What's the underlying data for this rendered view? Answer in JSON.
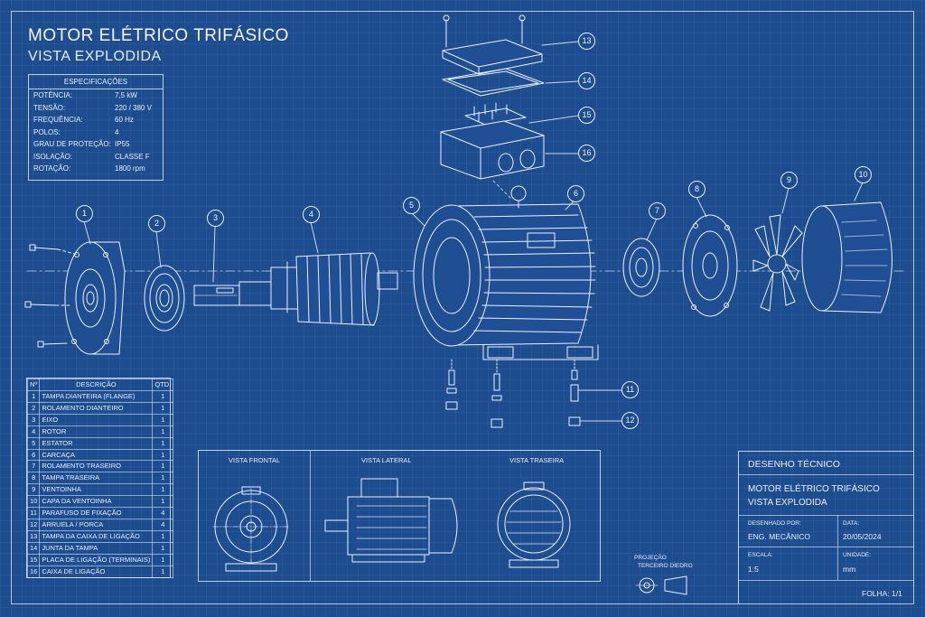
{
  "title": {
    "main": "MOTOR ELÉTRICO TRIFÁSICO",
    "sub": "VISTA EXPLODIDA"
  },
  "specs": {
    "header": "ESPECIFICAÇÕES",
    "rows": [
      {
        "label": "POTÊNCIA:",
        "value": "7,5 kW"
      },
      {
        "label": "TENSÃO:",
        "value": "220 / 380 V"
      },
      {
        "label": "FREQUÊNCIA:",
        "value": "60 Hz"
      },
      {
        "label": "POLOS:",
        "value": "4"
      },
      {
        "label": "GRAU DE PROTEÇÃO:",
        "value": "IP55"
      },
      {
        "label": "ISOLAÇÃO:",
        "value": "CLASSE F"
      },
      {
        "label": "ROTAÇÃO:",
        "value": "1800 rpm"
      }
    ]
  },
  "parts": {
    "headers": {
      "num": "Nº",
      "desc": "DESCRIÇÃO",
      "qty": "QTD."
    },
    "rows": [
      {
        "num": "1",
        "desc": "TAMPA DIANTEIRA (FLANGE)",
        "qty": "1"
      },
      {
        "num": "2",
        "desc": "ROLAMENTO DIANTEIRO",
        "qty": "1"
      },
      {
        "num": "3",
        "desc": "EIXO",
        "qty": "1"
      },
      {
        "num": "4",
        "desc": "ROTOR",
        "qty": "1"
      },
      {
        "num": "5",
        "desc": "ESTATOR",
        "qty": "1"
      },
      {
        "num": "6",
        "desc": "CARCAÇA",
        "qty": "1"
      },
      {
        "num": "7",
        "desc": "ROLAMENTO TRASEIRO",
        "qty": "1"
      },
      {
        "num": "8",
        "desc": "TAMPA TRASEIRA",
        "qty": "1"
      },
      {
        "num": "9",
        "desc": "VENTOINHA",
        "qty": "1"
      },
      {
        "num": "10",
        "desc": "CAPA DA VENTOINHA",
        "qty": "1"
      },
      {
        "num": "11",
        "desc": "PARAFUSO DE FIXAÇÃO",
        "qty": "4"
      },
      {
        "num": "12",
        "desc": "ARRUELA / PORCA",
        "qty": "4"
      },
      {
        "num": "13",
        "desc": "TAMPA DA CAIXA DE LIGAÇÃO",
        "qty": "1"
      },
      {
        "num": "14",
        "desc": "JUNTA DA TAMPA",
        "qty": "1"
      },
      {
        "num": "15",
        "desc": "PLACA DE LIGAÇÃO (TERMINAIS)",
        "qty": "1"
      },
      {
        "num": "16",
        "desc": "CAIXA DE LIGAÇÃO",
        "qty": "1"
      }
    ]
  },
  "views": {
    "front": "VISTA FRONTAL",
    "side": "VISTA LATERAL",
    "rear": "VISTA TRASEIRA"
  },
  "projection": {
    "title": "PROJEÇÃO",
    "method": "TERCEIRO DIEDRO"
  },
  "title_block": {
    "header": "DESENHO TÉCNICO",
    "name_line1": "MOTOR ELÉTRICO TRIFÁSICO",
    "name_line2": "VISTA EXPLODIDA",
    "drawn_by_label": "DESENHADO POR:",
    "drawn_by": "ENG. MECÂNICO",
    "date_label": "DATA:",
    "date": "20/05/2024",
    "scale_label": "ESCALA:",
    "scale": "1:5",
    "unit_label": "UNIDADE:",
    "unit": "mm",
    "sheet": "FOLHA: 1/1"
  },
  "balloons": [
    "1",
    "2",
    "3",
    "4",
    "5",
    "6",
    "7",
    "8",
    "9",
    "10",
    "11",
    "12",
    "13",
    "14",
    "15",
    "16"
  ],
  "colors": {
    "background": "#1d4c8f",
    "line": "#eaf2ff"
  }
}
